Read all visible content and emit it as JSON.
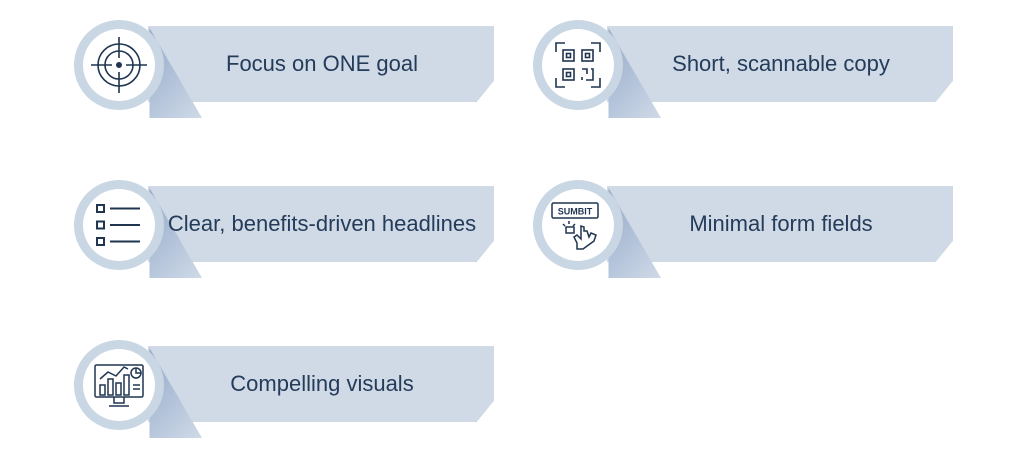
{
  "cards": [
    {
      "label": "Focus on ONE goal",
      "icon": "target-icon"
    },
    {
      "label": "Short, scannable copy",
      "icon": "qr-code-icon"
    },
    {
      "label": "Clear, benefits-driven headlines",
      "icon": "checklist-icon"
    },
    {
      "label": "Minimal form fields",
      "icon": "submit-button-click-icon",
      "icon_text": "SUMBIT"
    },
    {
      "label": "Compelling visuals",
      "icon": "monitor-chart-icon"
    }
  ],
  "colors": {
    "banner": "#cfdae6",
    "ring": "#c9d6e3",
    "text": "#243b59",
    "icon": "#1f3550"
  }
}
